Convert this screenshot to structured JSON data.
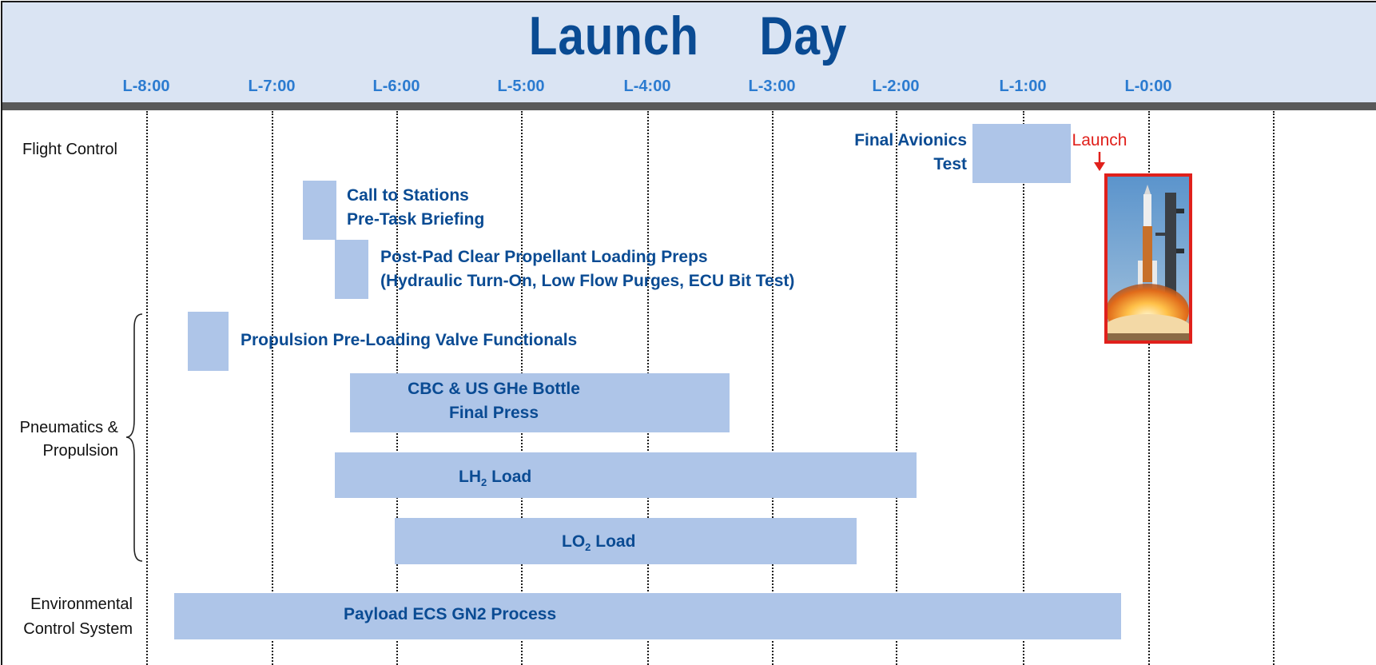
{
  "title": "Launch  Day",
  "time_ticks": [
    "L-8:00",
    "L-7:00",
    "L-6:00",
    "L-5:00",
    "L-4:00",
    "L-3:00",
    "L-2:00",
    "L-1:00",
    "L-0:00"
  ],
  "categories": {
    "flight_control": "Flight Control",
    "pneumatics_line1": "Pneumatics &",
    "pneumatics_line2": "Propulsion",
    "ecs_line1": "Environmental",
    "ecs_line2": "Control System"
  },
  "activities": {
    "final_avionics": {
      "line1": "Final Avionics",
      "line2": "Test"
    },
    "call_to_stations": {
      "line1": "Call to Stations",
      "line2": "Pre-Task Briefing"
    },
    "post_pad_clear": {
      "line1": "Post-Pad Clear Propellant Loading Preps",
      "line2": "(Hydraulic Turn-On, Low Flow Purges, ECU Bit Test)"
    },
    "propulsion_preloading": {
      "label": "Propulsion Pre-Loading Valve Functionals"
    },
    "ghe_bottle": {
      "line1": "CBC & US GHe Bottle",
      "line2": "Final Press"
    },
    "lh2_load": {
      "prefix": "LH",
      "sub": "2",
      "suffix": " Load"
    },
    "lo2_load": {
      "prefix": "LO",
      "sub": "2",
      "suffix": " Load"
    },
    "payload_ecs": {
      "label": "Payload ECS GN2 Process"
    }
  },
  "launch": {
    "label": "Launch"
  },
  "colors": {
    "header_bg": "#dae4f3",
    "title": "#0a4b93",
    "tick_text": "#2b7bd0",
    "bar": "#aec5e8",
    "bar_text": "#0a4b93",
    "launch": "#e0201b"
  }
}
